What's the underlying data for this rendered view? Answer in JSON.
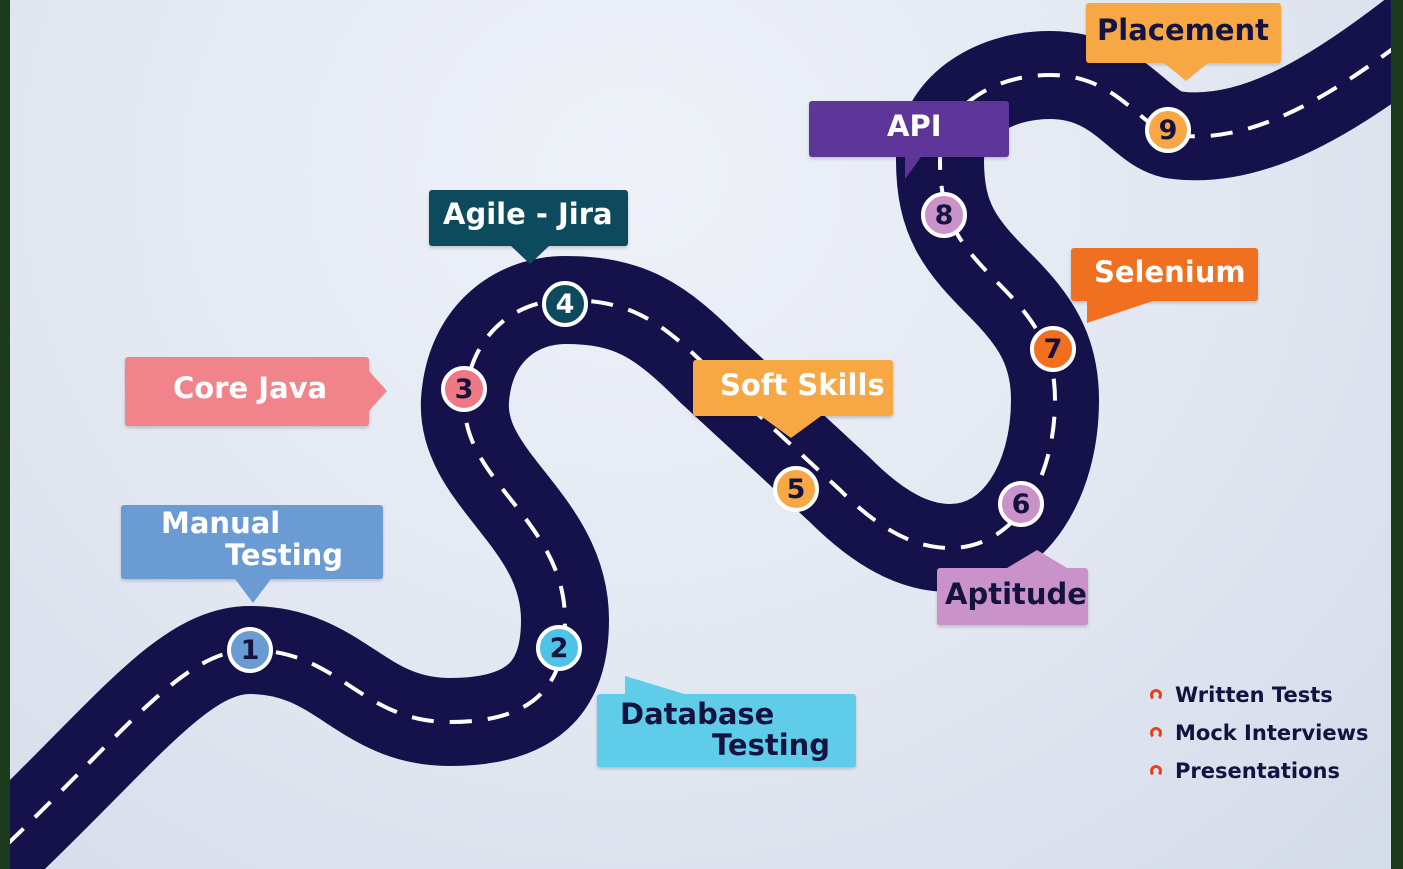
{
  "colors": {
    "road": "#15114a",
    "dash": "#ffffff",
    "marker_text": "#14123f"
  },
  "steps": [
    {
      "number": "1",
      "label": "Manual Testing",
      "lines": [
        "Manual",
        "Testing"
      ],
      "color": "#6b9bd3",
      "marker_color": "#6b9bd3"
    },
    {
      "number": "2",
      "label": "Database Testing",
      "lines": [
        "Database",
        "Testing"
      ],
      "color": "#5fcdea",
      "marker_color": "#4fc2e8",
      "text_color": "#14123f"
    },
    {
      "number": "3",
      "label": "Core Java",
      "lines": [
        "Core Java"
      ],
      "color": "#f0848a",
      "marker_color": "#ee7884"
    },
    {
      "number": "4",
      "label": "Agile - Jira",
      "lines": [
        "Agile - Jira"
      ],
      "color": "#0d4a5e",
      "marker_color": "#0d4a5e",
      "marker_text_color": "#ffffff"
    },
    {
      "number": "5",
      "label": "Soft Skills",
      "lines": [
        "Soft Skills"
      ],
      "color": "#f7a845",
      "marker_color": "#f7a845"
    },
    {
      "number": "6",
      "label": "Aptitude",
      "lines": [
        "Aptitude"
      ],
      "color": "#c993c9",
      "marker_color": "#c993c9",
      "text_color": "#14123f"
    },
    {
      "number": "7",
      "label": "Selenium",
      "lines": [
        "Selenium"
      ],
      "color": "#f0701f",
      "marker_color": "#f0701f"
    },
    {
      "number": "8",
      "label": "API",
      "lines": [
        "API"
      ],
      "color": "#5e3699",
      "marker_color": "#c993c9"
    },
    {
      "number": "9",
      "label": "Placement",
      "lines": [
        "Placement"
      ],
      "color": "#f7a845",
      "marker_color": "#f7a845",
      "text_color": "#14123f"
    }
  ],
  "placement_extras": [
    {
      "label": "Written Tests"
    },
    {
      "label": "Mock Interviews"
    },
    {
      "label": "Presentations"
    }
  ]
}
